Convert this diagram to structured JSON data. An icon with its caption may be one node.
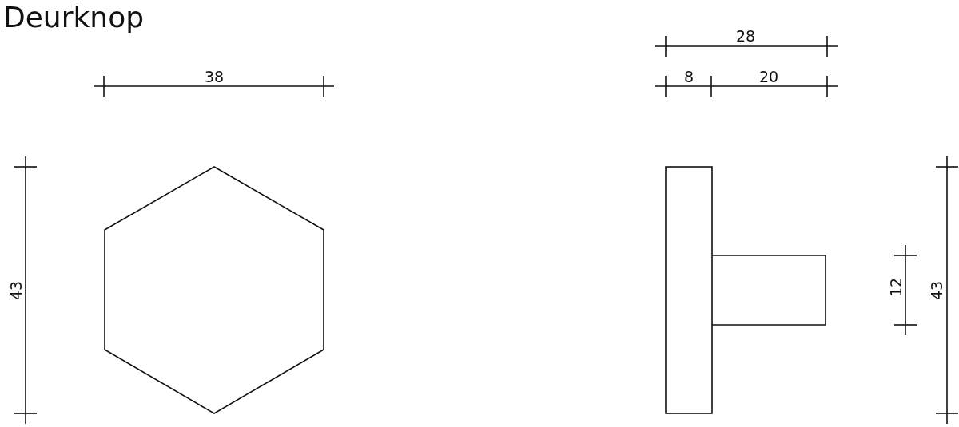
{
  "diagram": {
    "title": "Deurknop",
    "labels": [
      "28",
      "38",
      "8",
      "20",
      "43",
      "12",
      "43"
    ]
  }
}
